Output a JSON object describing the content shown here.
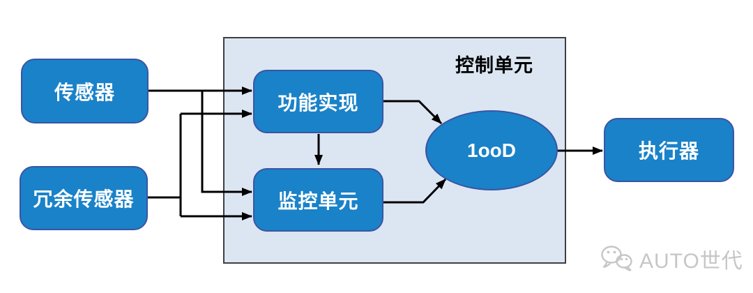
{
  "diagram": {
    "container": {
      "label": "控制单元"
    },
    "nodes": {
      "sensor": {
        "label": "传感器"
      },
      "redundant_sensor": {
        "label": "冗余传感器"
      },
      "function_unit": {
        "label": "功能实现"
      },
      "monitoring_unit": {
        "label": "监控单元"
      },
      "voter": {
        "label": "1ooD"
      },
      "actuator": {
        "label": "执行器"
      }
    },
    "edges": [
      {
        "from": "sensor",
        "to": "function_unit"
      },
      {
        "from": "sensor",
        "to": "monitoring_unit"
      },
      {
        "from": "redundant_sensor",
        "to": "function_unit"
      },
      {
        "from": "redundant_sensor",
        "to": "monitoring_unit"
      },
      {
        "from": "function_unit",
        "to": "monitoring_unit"
      },
      {
        "from": "function_unit",
        "to": "voter"
      },
      {
        "from": "monitoring_unit",
        "to": "voter"
      },
      {
        "from": "voter",
        "to": "actuator"
      }
    ],
    "colors": {
      "node_fill": "#1a82c8",
      "node_border": "#3a55a3",
      "node_text": "#ffffff",
      "container_fill": "#dce6f2",
      "container_border": "#3f3f3f",
      "container_label_color": "#000000",
      "arrow": "#000000",
      "watermark": "#c6c6c6"
    }
  },
  "watermark": {
    "text": "AUTO世代"
  }
}
